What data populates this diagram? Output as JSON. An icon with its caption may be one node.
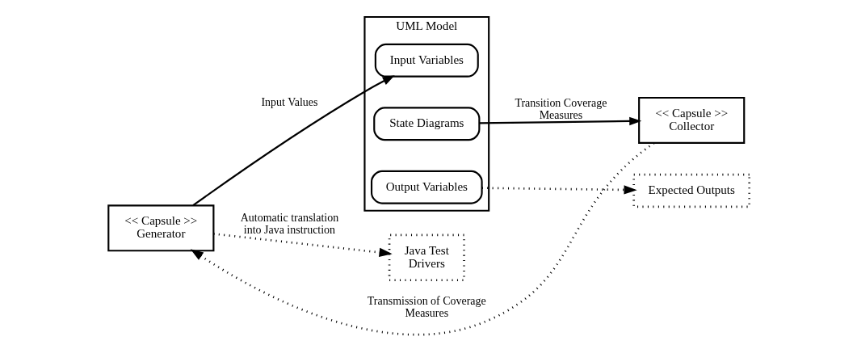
{
  "diagram": {
    "nodes": [
      {
        "text": [
          "<< Capsule >> Generator"
        ]
      },
      {
        "text": [
          "UML Model"
        ]
      },
      {
        "text": [
          "Input Variables"
        ],
        "in": 1
      },
      {
        "text": [
          "State Diagrams"
        ],
        "in": 1
      },
      {
        "text": [
          "Output Variables"
        ],
        "in": 1
      },
      {
        "text": [
          "Java Test Drivers"
        ]
      },
      {
        "text": [
          "Expected Outputs"
        ]
      },
      {
        "text": [
          "<< Capsule >> Collector"
        ]
      }
    ],
    "edges": [
      {
        "from": 0,
        "to": 5,
        "arrow": "to",
        "label": "Automatic translation into Java instruction",
        "style": "dashed"
      },
      {
        "from": 0,
        "to": 2,
        "arrow": "to",
        "label": "Input Values"
      },
      {
        "from": 4,
        "to": 6,
        "arrow": "to",
        "style": "dashed"
      },
      {
        "from": 3,
        "to": 7,
        "arrow": "to",
        "label": "Transition Coverage Measures"
      },
      {
        "from": 7,
        "to": 0,
        "arrow": "to",
        "label": "Transmission of Coverage Measures",
        "style": "dashed"
      }
    ]
  }
}
